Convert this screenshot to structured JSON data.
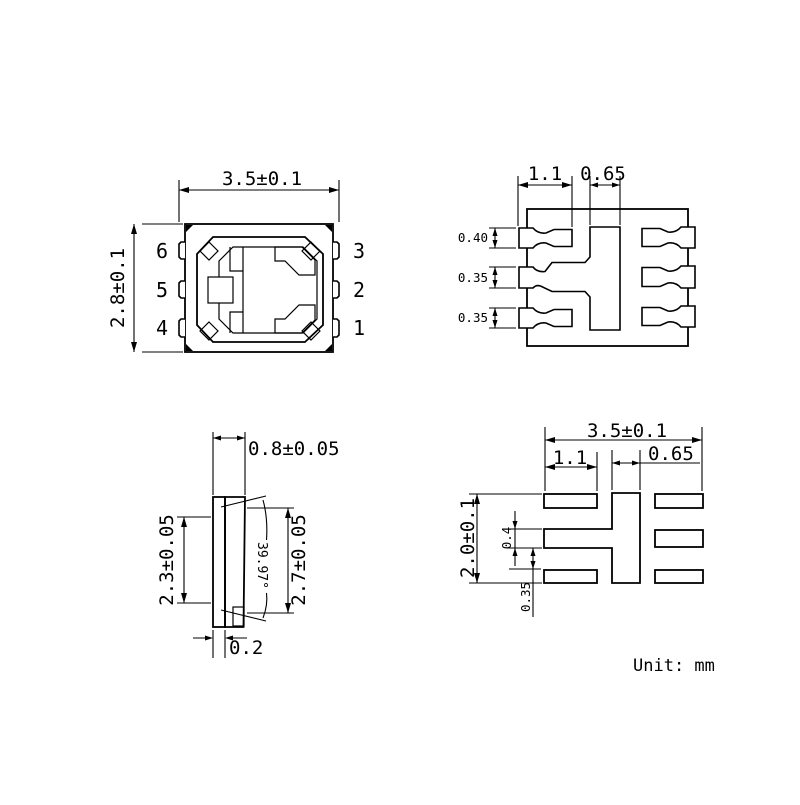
{
  "unit_note": "Unit: mm",
  "colors": {
    "line": "#000000",
    "background": "#ffffff"
  },
  "top_view": {
    "width_dim": "3.5±0.1",
    "height_dim": "2.8±0.1",
    "pins_left": [
      "6",
      "5",
      "4"
    ],
    "pins_right": [
      "3",
      "2",
      "1"
    ]
  },
  "lead_frame_view": {
    "lead_length_dim": "1.1",
    "center_pad_width_dim": "0.65",
    "lead_width_dims": [
      "0.40",
      "0.35",
      "0.35"
    ]
  },
  "side_view": {
    "width_dim": "0.8±0.05",
    "left_height_dim": "2.3±0.05",
    "right_height_dim": "2.7±0.05",
    "bottom_thickness_dim": "0.2",
    "angle_dim": "39.97°"
  },
  "pad_layout_view": {
    "width_dim": "3.5±0.1",
    "pad_length_dim": "1.1",
    "center_pad_width_dim": "0.65",
    "height_dim": "2.0±0.1",
    "pad_width_dim": "0.4",
    "pad_gap_dim": "0.35"
  }
}
